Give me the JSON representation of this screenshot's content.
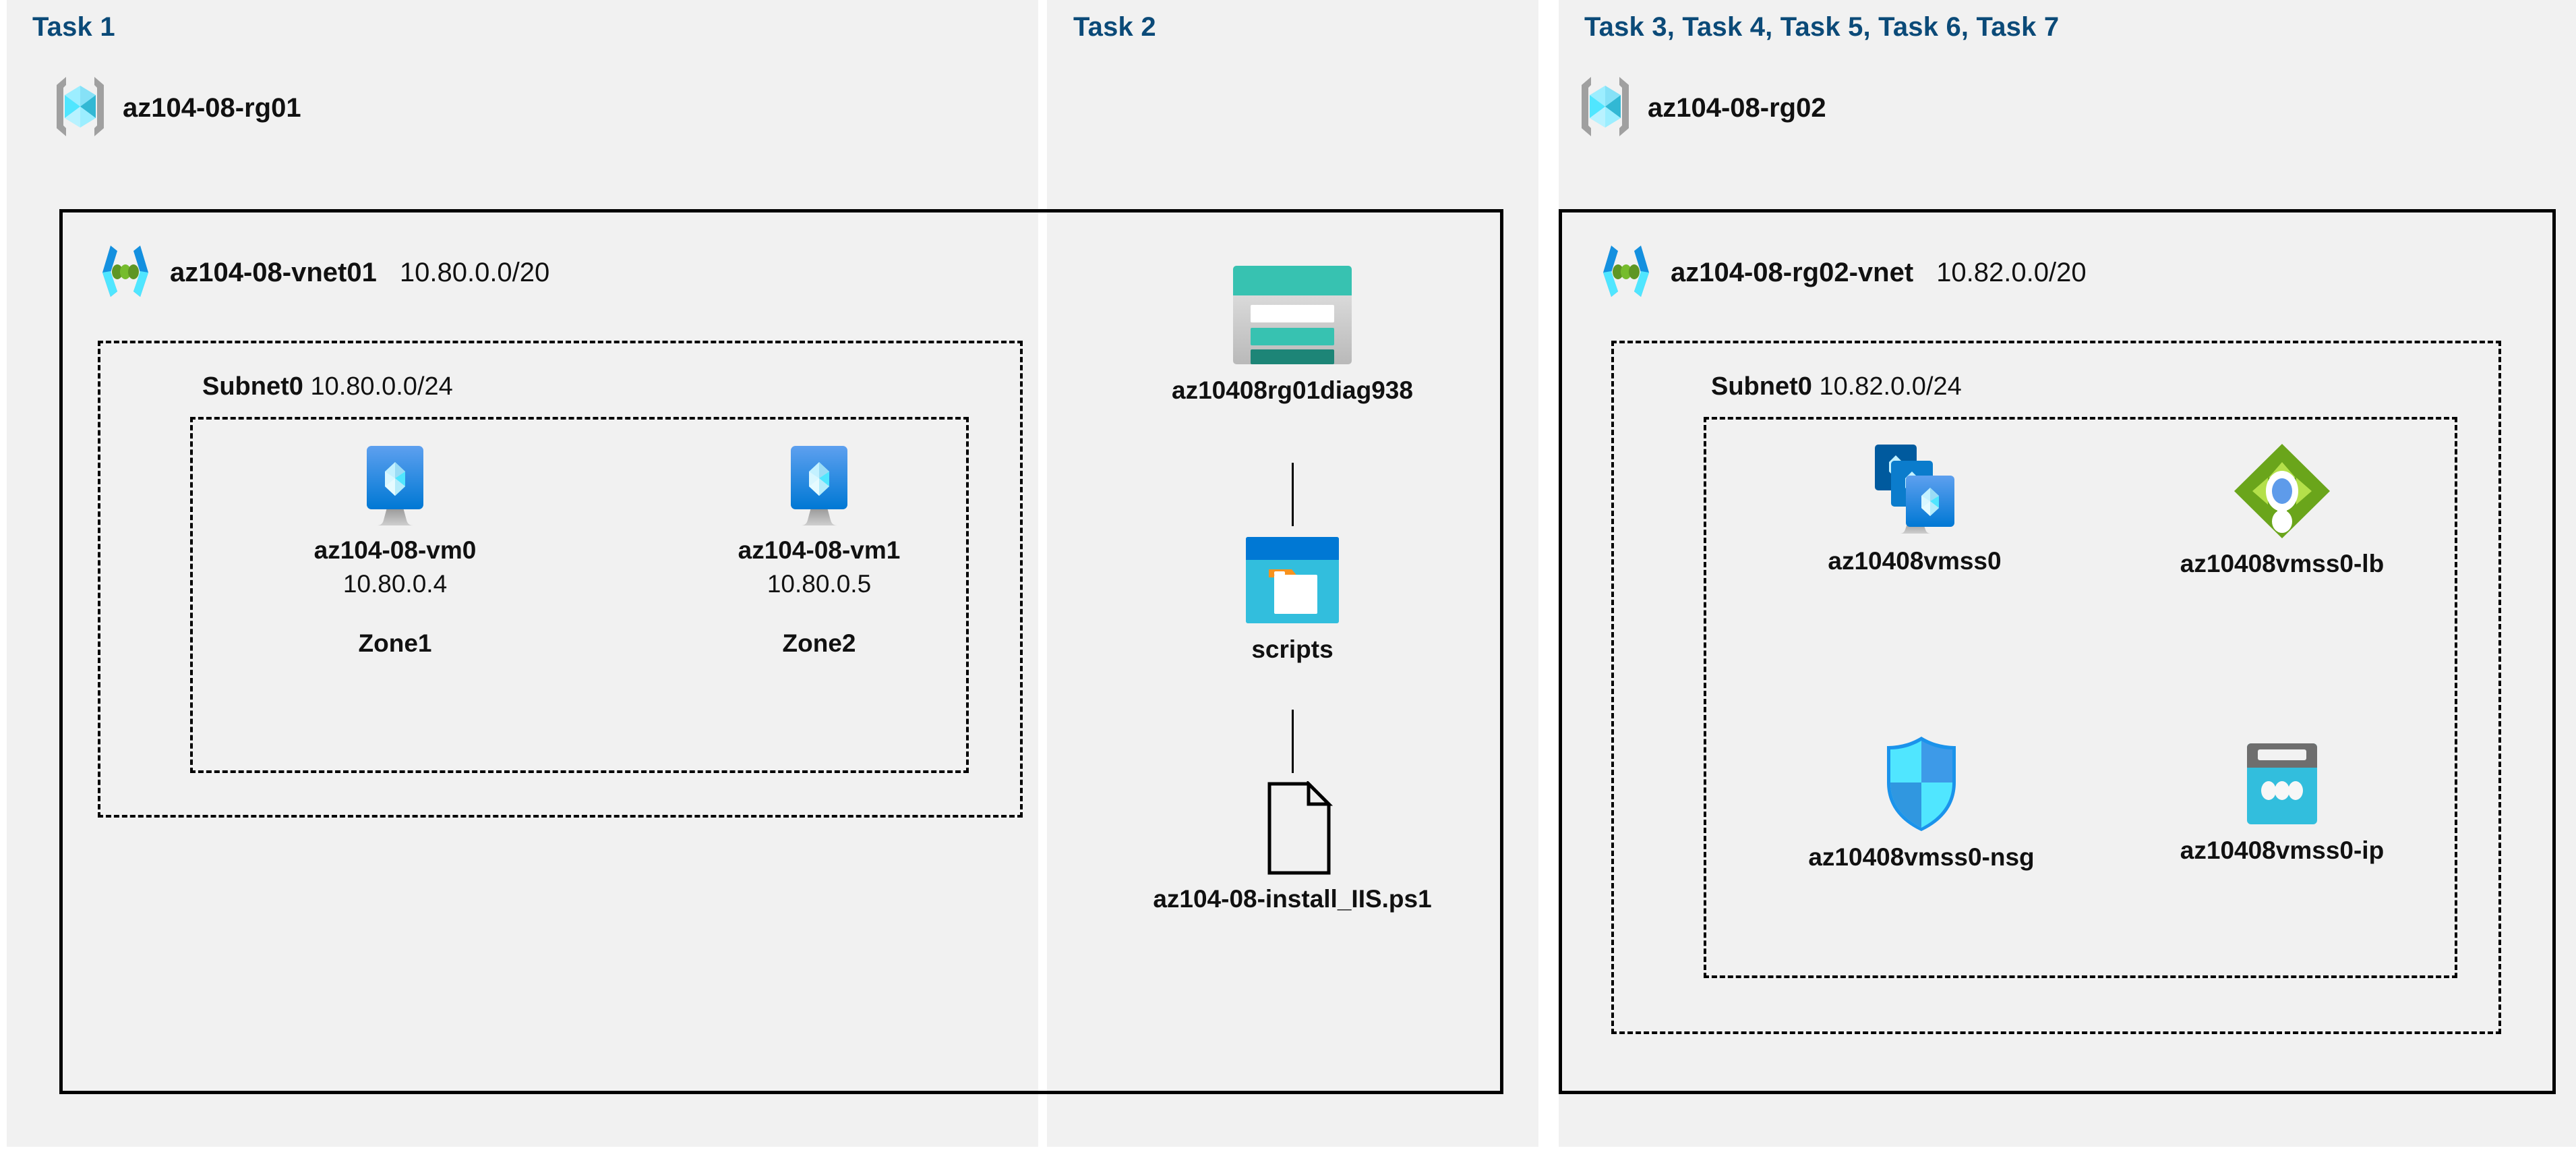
{
  "panels": [
    {
      "title": "Task 1"
    },
    {
      "title": "Task 2"
    },
    {
      "title": "Task 3, Task 4, Task 5, Task 6, Task 7"
    }
  ],
  "resource_groups": [
    {
      "name": "az104-08-rg01",
      "icon": "resource-group-icon"
    },
    {
      "name": "az104-08-rg02",
      "icon": "resource-group-icon"
    }
  ],
  "vnets": [
    {
      "name": "az104-08-vnet01",
      "cidr": "10.80.0.0/20",
      "icon": "virtual-network-icon"
    },
    {
      "name": "az104-08-rg02-vnet",
      "cidr": "10.82.0.0/20",
      "icon": "virtual-network-icon"
    }
  ],
  "subnets": [
    {
      "name": "Subnet0",
      "cidr": "10.80.0.0/24"
    },
    {
      "name": "Subnet0",
      "cidr": "10.82.0.0/24"
    }
  ],
  "vms": [
    {
      "name": "az104-08-vm0",
      "ip": "10.80.0.4",
      "zone": "Zone1",
      "icon": "virtual-machine-icon"
    },
    {
      "name": "az104-08-vm1",
      "ip": "10.80.0.5",
      "zone": "Zone2",
      "icon": "virtual-machine-icon"
    }
  ],
  "storage": {
    "account": {
      "name": "az10408rg01diag938",
      "icon": "storage-account-icon"
    },
    "container": {
      "name": "scripts",
      "icon": "blob-container-icon"
    },
    "file": {
      "name": "az104-08-install_IIS.ps1",
      "icon": "file-icon"
    }
  },
  "scale_set_resources": [
    {
      "name": "az10408vmss0",
      "icon": "vm-scale-set-icon"
    },
    {
      "name": "az10408vmss0-lb",
      "icon": "load-balancer-icon"
    },
    {
      "name": "az10408vmss0-nsg",
      "icon": "network-security-group-icon"
    },
    {
      "name": "az10408vmss0-ip",
      "icon": "public-ip-address-icon"
    }
  ],
  "colors": {
    "task_title": "#0b4a78",
    "panel_bg": "#f1f1f1",
    "border": "#000000",
    "azure_blue": "#0078d4",
    "azure_cyan": "#50e6ff",
    "storage_teal": "#37c2b1",
    "lb_green": "#7fba00",
    "nsg_blue": "#32bedd"
  }
}
